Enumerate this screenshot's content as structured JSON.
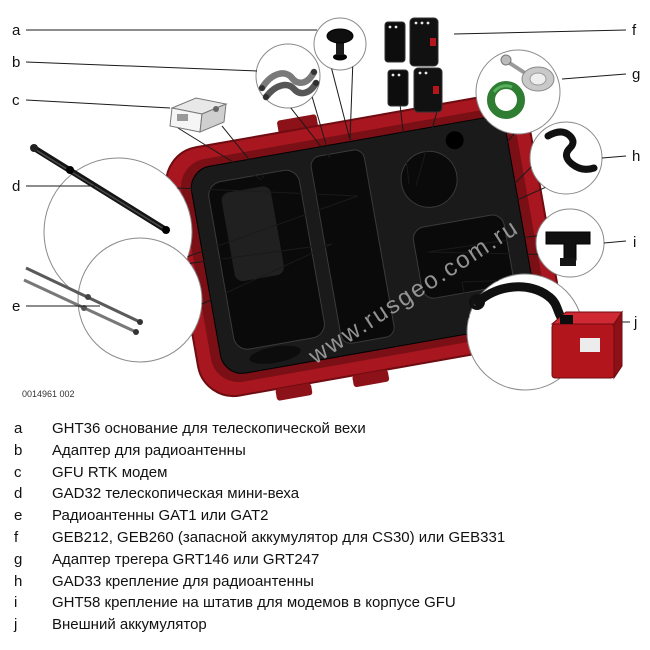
{
  "diagram": {
    "figure_number": "0014961 002",
    "watermark": "www.rusgeo.com.ru",
    "callout_letters": [
      "a",
      "b",
      "c",
      "d",
      "e",
      "f",
      "g",
      "h",
      "i",
      "j"
    ]
  },
  "legend": {
    "items": [
      {
        "letter": "a",
        "text": "GHT36 основание для телескопической вехи"
      },
      {
        "letter": "b",
        "text": "Адаптер для радиоантенны"
      },
      {
        "letter": "c",
        "text": "GFU RTK модем"
      },
      {
        "letter": "d",
        "text": "GAD32 телескопическая мини-веха"
      },
      {
        "letter": "e",
        "text": "Радиоантенны GAT1 или GAT2"
      },
      {
        "letter": "f",
        "text": "GEB212, GEB260 (запасной аккумулятор для CS30) или GEB331"
      },
      {
        "letter": "g",
        "text": "Адаптер трегера GRT146 или GRT247"
      },
      {
        "letter": "h",
        "text": "GAD33 крепление для радиоантенны"
      },
      {
        "letter": "i",
        "text": "GHT58 крепление на штатив для модемов в корпусе GFU"
      },
      {
        "letter": "j",
        "text": "Внешний аккумулятор"
      }
    ]
  },
  "colors": {
    "case_red": "#a8161f",
    "battery_red": "#b3151d",
    "adapter_green": "#2e7d32",
    "foam_black": "#1a1a1a"
  }
}
